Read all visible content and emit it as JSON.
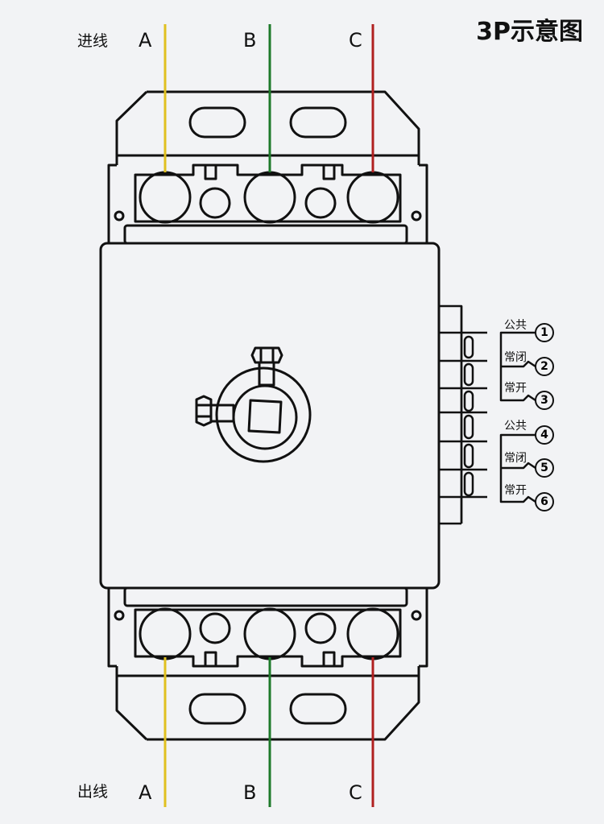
{
  "title": "3P示意图",
  "input_label": "进线",
  "output_label": "出线",
  "phases": [
    "A",
    "B",
    "C"
  ],
  "wire_colors": {
    "A": "#e0c020",
    "B": "#1e7a2a",
    "C": "#b02020"
  },
  "aux_contacts": [
    {
      "label": "公共",
      "number": "1"
    },
    {
      "label": "常闭",
      "number": "2"
    },
    {
      "label": "常开",
      "number": "3"
    },
    {
      "label": "公共",
      "number": "4"
    },
    {
      "label": "常闭",
      "number": "5"
    },
    {
      "label": "常开",
      "number": "6"
    }
  ]
}
